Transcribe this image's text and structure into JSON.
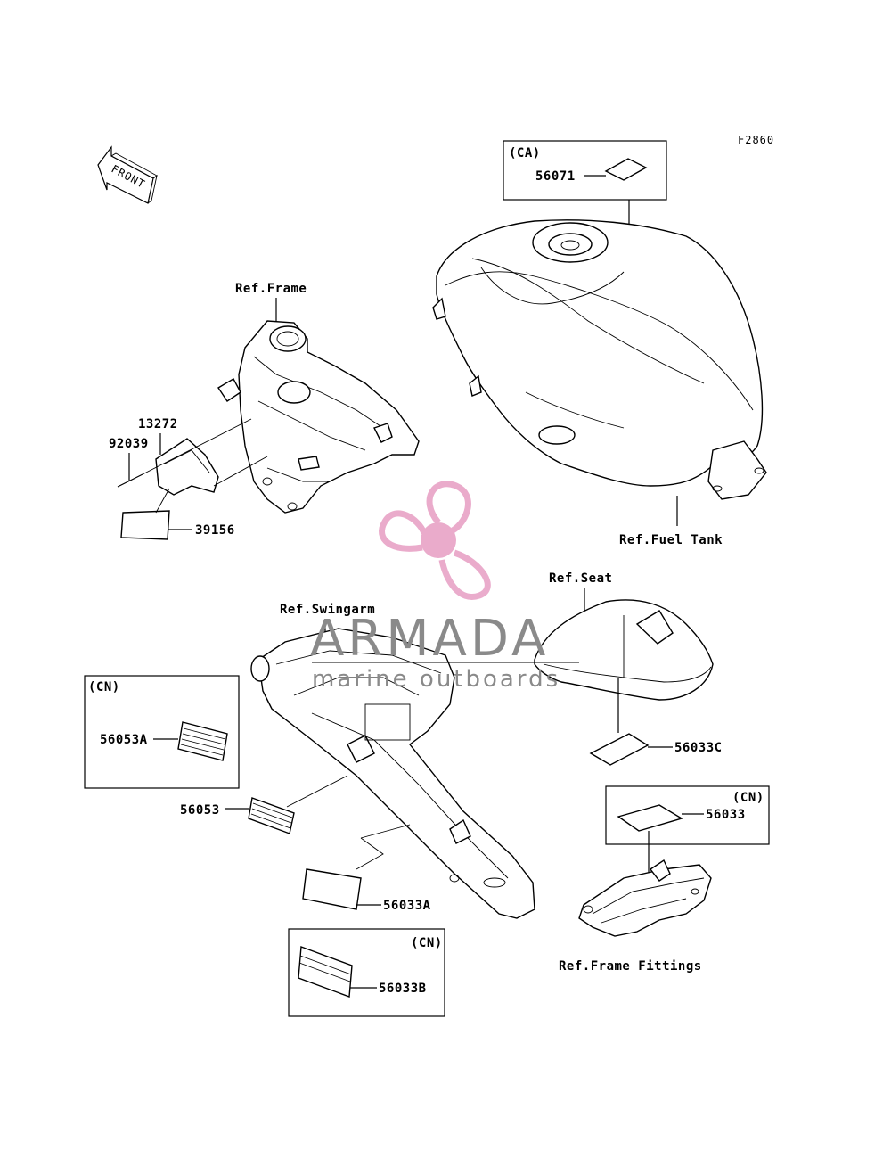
{
  "figure_code": "F2860",
  "front_arrow_label": "FRONT",
  "refs": {
    "frame": "Ref.Frame",
    "fuel_tank": "Ref.Fuel Tank",
    "seat": "Ref.Seat",
    "swingarm": "Ref.Swingarm",
    "frame_fittings": "Ref.Frame Fittings"
  },
  "parts": {
    "p56071": "56071",
    "p13272": "13272",
    "p92039": "92039",
    "p39156": "39156",
    "p56053A": "56053A",
    "p56053": "56053",
    "p56033A": "56033A",
    "p56033B": "56033B",
    "p56033C": "56033C",
    "p56033": "56033"
  },
  "region_tags": {
    "ca": "(CA)",
    "cn_56053A": "(CN)",
    "cn_56033B": "(CN)",
    "cn_56033": "(CN)"
  },
  "watermark": {
    "brand": "ARMADA",
    "tagline": "marine outboards",
    "logo_color": "#e8a3c6",
    "text_color": "#8a8a8a"
  }
}
